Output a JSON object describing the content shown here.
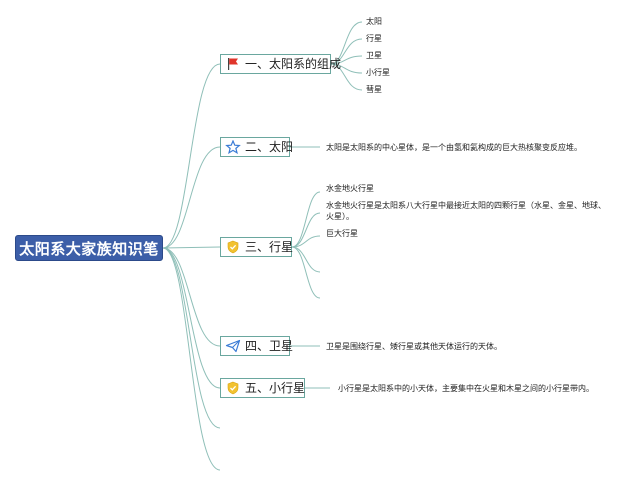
{
  "root": {
    "label": "太阳系大家族知识笔记"
  },
  "topics": [
    {
      "id": "t1",
      "label": "一、太阳系的组成",
      "icon": "red-flag-icon"
    },
    {
      "id": "t2",
      "label": "二、太阳",
      "icon": "star-outline-icon"
    },
    {
      "id": "t3",
      "label": "三、行星",
      "icon": "shield-badge-icon"
    },
    {
      "id": "t4",
      "label": "四、卫星",
      "icon": "paper-plane-icon"
    },
    {
      "id": "t5",
      "label": "五、小行星",
      "icon": "shield-badge-icon"
    }
  ],
  "t1_children": [
    "太阳",
    "行星",
    "卫星",
    "小行星",
    "彗星"
  ],
  "t2_note": "太阳是太阳系的中心星体，是一个由氢和氦构成的巨大热核聚变反应堆。",
  "t3_children": {
    "c1": "水金地火行星",
    "c2_line1": "水金地火行星是太阳系八大行星中最接近太阳的四颗行星（水星、金星、地球、",
    "c2_line2": "火星）。",
    "c3": "巨大行星"
  },
  "t4_note": "卫星是围绕行星、矮行星或其他天体运行的天体。",
  "t5_note": "小行星是太阳系中的小天体，主要集中在火星和木星之间的小行星带内。",
  "colors": {
    "root_fill": "#3c5ea8",
    "branch_line": "#8fbfb8",
    "flag": "#e0352b",
    "star": "#3a7bd5",
    "badge": "#f2c230",
    "plane": "#3a7bd5"
  }
}
